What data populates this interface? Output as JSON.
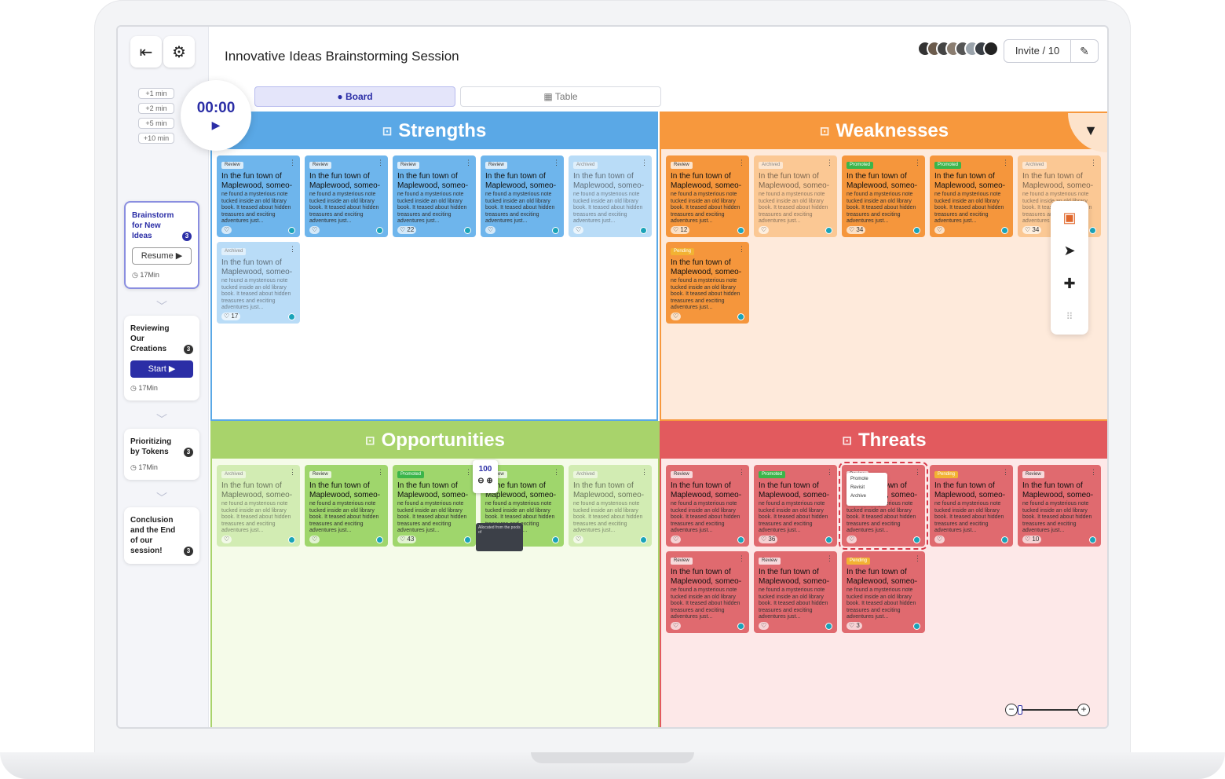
{
  "header": {
    "title": "Innovative Ideas Brainstorming Session",
    "invite_label": "Invite / 10"
  },
  "tabs": {
    "board": "Board",
    "table": "Table"
  },
  "timer": {
    "time": "00:00",
    "add_chips": [
      "+1 min",
      "+2 min",
      "+5 min",
      "+10 min"
    ]
  },
  "steps": [
    {
      "title": "Brainstorm for New Ideas",
      "badge": "3",
      "button": "Resume ▶",
      "duration": "17Min"
    },
    {
      "title": "Reviewing Our Creations",
      "badge": "3",
      "button": "Start ▶",
      "duration": "17Min"
    },
    {
      "title": "Prioritizing by Tokens",
      "badge": "3",
      "duration": "17Min"
    },
    {
      "title": "Conclusion and the End of our session!",
      "badge": "3"
    }
  ],
  "card_text": {
    "title": "In the fun town of Maplewood, someo-",
    "body": "ne found a mysterious note tucked inside an old library book. It teased about hidden treasures and exciting adventures just..."
  },
  "quadrants": {
    "strengths": {
      "title": "Strengths",
      "color": "#5aa8e6",
      "cards": [
        {
          "status": "Review",
          "likes": ""
        },
        {
          "status": "Review",
          "likes": ""
        },
        {
          "status": "Review",
          "likes": "22"
        },
        {
          "status": "Review",
          "likes": ""
        },
        {
          "status": "Archived",
          "likes": "",
          "faded": true
        },
        {
          "status": "Archived",
          "likes": "17",
          "faded": true
        }
      ]
    },
    "weaknesses": {
      "title": "Weaknesses",
      "color": "#f7983d",
      "cards": [
        {
          "status": "Review",
          "likes": "12"
        },
        {
          "status": "Archived",
          "likes": "",
          "faded": true
        },
        {
          "status": "Promoted",
          "likes": "34"
        },
        {
          "status": "Promoted",
          "likes": ""
        },
        {
          "status": "Archived",
          "likes": "34",
          "faded": true
        },
        {
          "status": "Pending",
          "likes": ""
        }
      ]
    },
    "opportunities": {
      "title": "Opportunities",
      "color": "#a8d36b",
      "cards": [
        {
          "status": "Archived",
          "likes": "",
          "faded": true
        },
        {
          "status": "Review",
          "likes": ""
        },
        {
          "status": "Promoted",
          "likes": "43"
        },
        {
          "status": "Review",
          "likes": ""
        },
        {
          "status": "Archived",
          "likes": "",
          "faded": true
        }
      ]
    },
    "threats": {
      "title": "Threats",
      "color": "#e25a5e",
      "cards": [
        {
          "status": "Review",
          "likes": ""
        },
        {
          "status": "Promoted",
          "likes": "36"
        },
        {
          "status": "Review",
          "likes": "",
          "selected": true
        },
        {
          "status": "Pending",
          "likes": ""
        },
        {
          "status": "Review",
          "likes": "10"
        },
        {
          "status": "Review",
          "likes": ""
        },
        {
          "status": "Review",
          "likes": ""
        },
        {
          "status": "Pending",
          "likes": "3"
        }
      ]
    }
  },
  "vote_popup": {
    "value": "100"
  },
  "card_menu": {
    "items": [
      "Promote",
      "Revisit",
      "Archive"
    ]
  },
  "tooltip": {
    "text": "Allocated from the pools of"
  }
}
